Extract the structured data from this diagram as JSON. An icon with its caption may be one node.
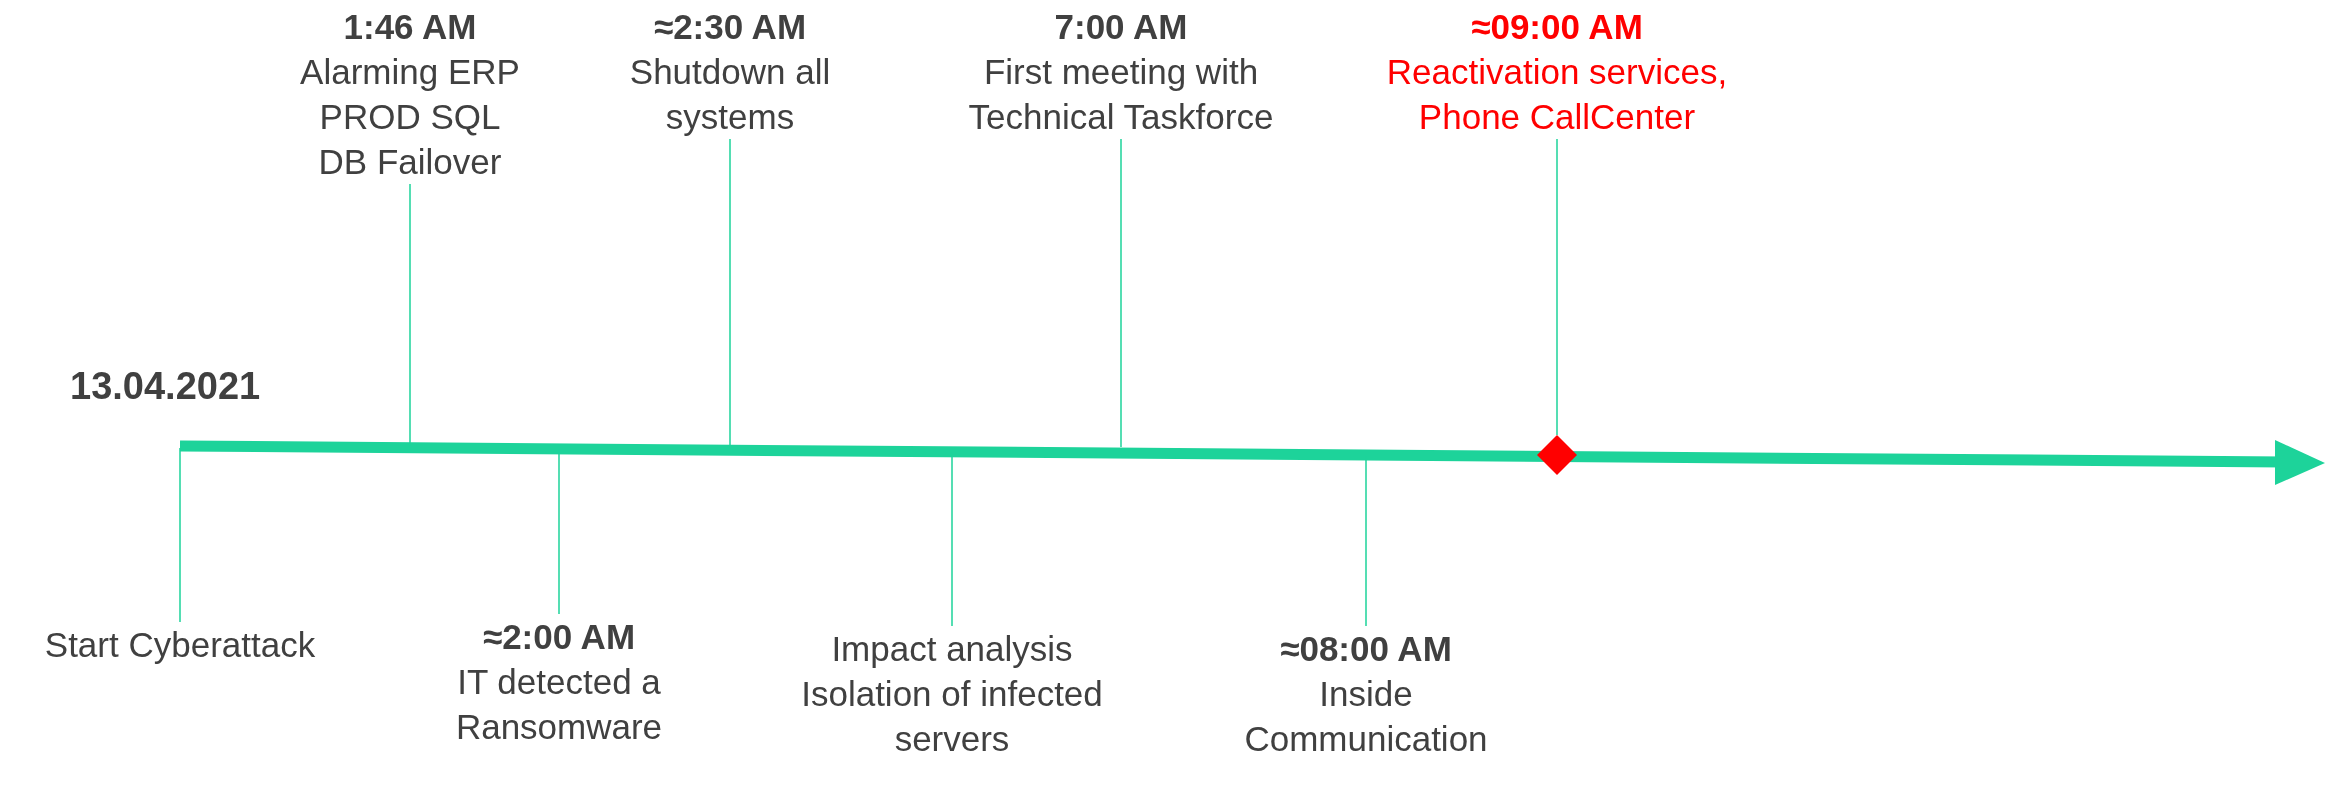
{
  "diagram": {
    "nodes": [
      {
        "text": [
          "Start Cyberattack"
        ]
      },
      {
        "text": [
          "1:46 AM",
          "Alarming ERP PROD SQL DB Failover"
        ]
      },
      {
        "text": [
          "≈2:00 AM",
          "IT detected a Ransomware"
        ]
      },
      {
        "text": [
          "≈2:30 AM",
          "Shutdown all systems"
        ]
      },
      {
        "text": [
          "Impact analysis Isolation of infected servers"
        ]
      },
      {
        "text": [
          "7:00 AM",
          "First meeting with Technical Taskforce"
        ]
      },
      {
        "text": [
          "≈08:00 AM",
          "Inside Communication"
        ]
      },
      {
        "text": [
          "≈09:00 AM",
          "Reactivation services, Phone CallCenter"
        ]
      },
      {
        "text": [],
        "shape": "diamond"
      }
    ],
    "edges": [
      {
        "from": 0,
        "to": null,
        "arrow": "none"
      },
      {
        "from": 1,
        "to": null,
        "arrow": "none"
      },
      {
        "from": 2,
        "to": null,
        "arrow": "none"
      },
      {
        "from": 3,
        "to": null,
        "arrow": "none"
      },
      {
        "from": 4,
        "to": null,
        "arrow": "none"
      },
      {
        "from": 5,
        "to": null,
        "arrow": "none"
      },
      {
        "from": 6,
        "to": null,
        "arrow": "none"
      },
      {
        "from": 7,
        "to": 8,
        "arrow": "none"
      }
    ],
    "labels": [
      "13.04.2021"
    ]
  }
}
